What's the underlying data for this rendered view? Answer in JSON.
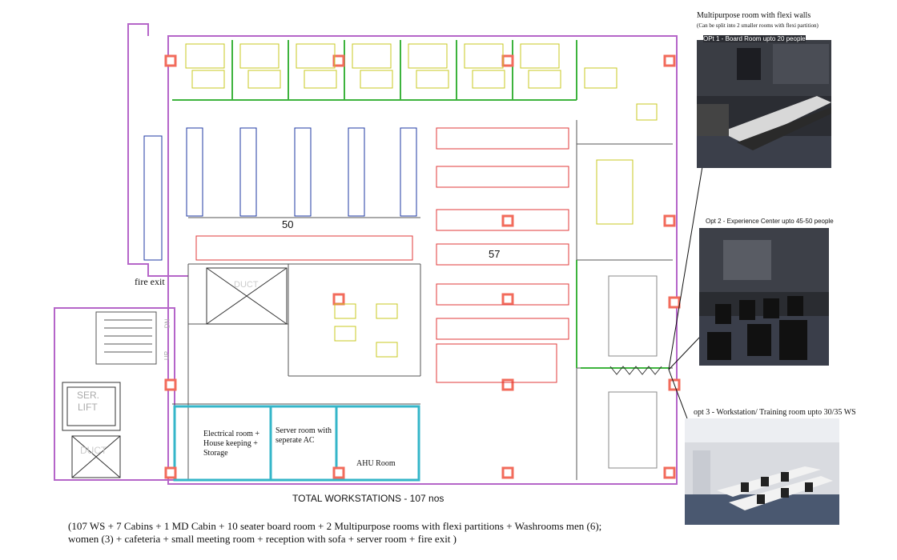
{
  "labels": {
    "count_left": "50",
    "count_center": "57",
    "fire_exit": "fire exit",
    "duct_top": "DUCT",
    "duct_bottom": "DUCT",
    "ser_lift_1": "SER.",
    "ser_lift_2": "LIFT",
    "dn": "DN",
    "up": "UP",
    "electrical_room": "Electrical room + House keeping + Storage",
    "server_room": "Server room with seperate AC",
    "ahu_room": "AHU Room",
    "total_workstations": "TOTAL WORKSTATIONS - 107 nos",
    "summary_line1": "(107 WS + 7 Cabins + 1 MD Cabin + 10 seater board room + 2 Multipurpose rooms with flexi partitions + Washrooms men (6);",
    "summary_line2": "women (3) + cafeteria + small meeting room + reception with sofa + server room + fire exit )"
  },
  "callouts": {
    "title": "Multipurpose room with flexi walls",
    "subtitle": "(Can be split into 2 smaller rooms with flexi partition)",
    "opt1": "OPt 1 - Board Room upto 20 people",
    "opt2": "Opt 2 - Experience Center upto 45-50 people",
    "opt3": "opt 3 - Workstation/ Training room upto 30/35 WS"
  },
  "colors": {
    "wall": "#b565c9",
    "column": "#f26b5b",
    "workstation": "#1f3aa3",
    "partition": "#e03a3a",
    "glass": "#3db33d",
    "furniture": "#c8c820"
  }
}
